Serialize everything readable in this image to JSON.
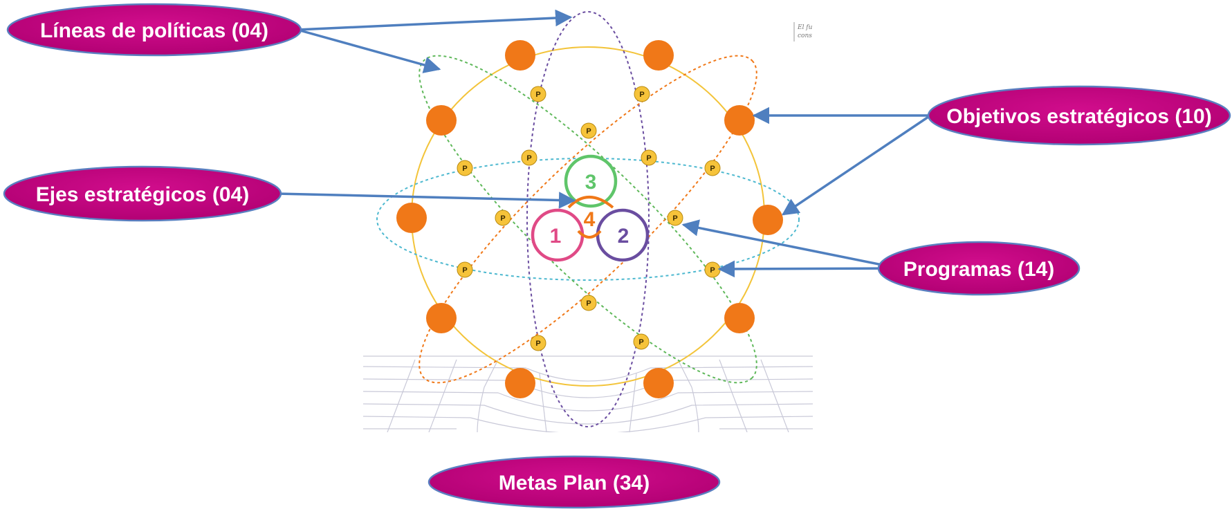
{
  "labels": {
    "lineas": "Líneas de políticas (04)",
    "objetivos": "Objetivos estratégicos (10)",
    "ejes": "Ejes estratégicos (04)",
    "programas": "Programas (14)",
    "metas": "Metas Plan (34)"
  },
  "core": {
    "n1": "1",
    "n2": "2",
    "n3": "3",
    "n4": "4"
  },
  "program_marker": "P",
  "corner_note": {
    "line1": "El fu",
    "line2": "cons"
  },
  "colors": {
    "pill": "#c3007f",
    "arrow": "#4f7fbf",
    "objective": "#f07818",
    "program": "#f6c33a",
    "ring_yellow": "#f3c43a",
    "ring_green": "#5fb85a",
    "ring_orange": "#f07818",
    "ring_purple": "#6a4da0",
    "ring_cyan": "#4cb8cf",
    "circle1": "#e04a86",
    "circle2": "#6a4da0",
    "circle3": "#5fc56a",
    "number4": "#f07818"
  }
}
